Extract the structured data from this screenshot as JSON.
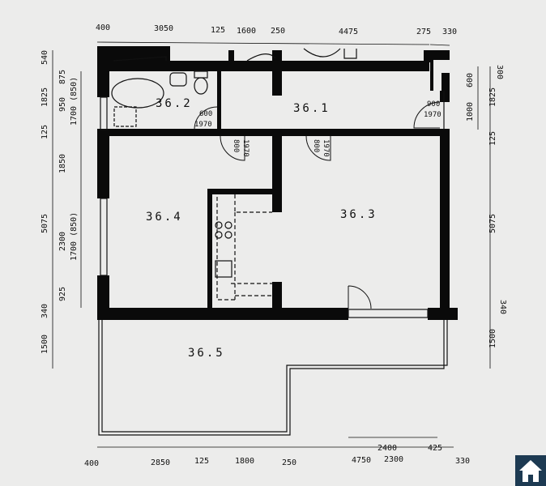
{
  "rooms": [
    "36.1",
    "36.2",
    "36.3",
    "36.4",
    "36.5"
  ],
  "doors": [
    {
      "w": "900",
      "h": "1970"
    },
    {
      "w": "600",
      "h": "1970"
    },
    {
      "w": "800",
      "h": "1970"
    },
    {
      "w": "800",
      "h": "1970"
    }
  ],
  "dims_top": [
    "400",
    "3050",
    "125",
    "1600",
    "250",
    "4475",
    "275",
    "330"
  ],
  "dims_left": [
    "540",
    "1825",
    "875",
    "950",
    "1700 (850)",
    "125",
    "1850",
    "5075",
    "2300",
    "1700 (850)",
    "925",
    "340",
    "1500"
  ],
  "dims_right": [
    "300",
    "600",
    "1000",
    "1825",
    "125",
    "5075",
    "340",
    "1500"
  ],
  "dims_bottom": [
    "400",
    "2850",
    "125",
    "1800",
    "250",
    "2400",
    "425",
    "4750",
    "2300",
    "330"
  ],
  "home_icon": "home-icon",
  "colors": {
    "wall": "#0a0a0a",
    "paper": "#ececeb",
    "home_bg": "#1d3a52"
  }
}
